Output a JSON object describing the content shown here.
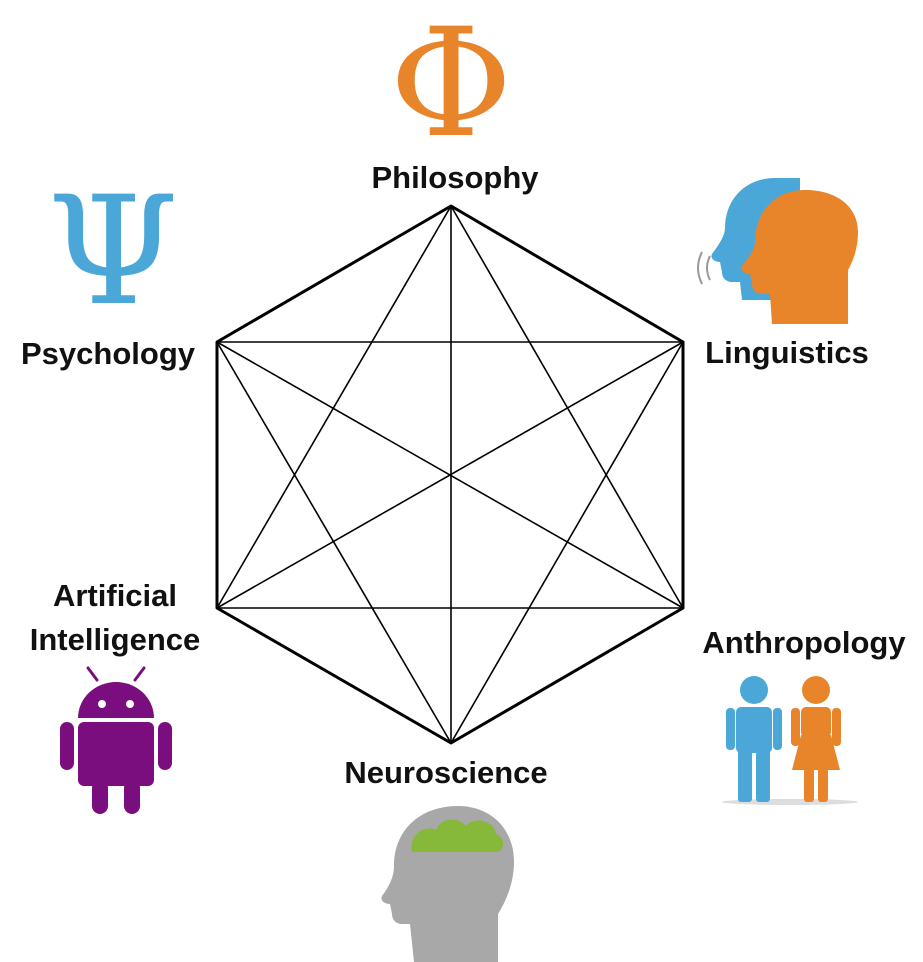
{
  "diagram": {
    "labels": {
      "philosophy": "Philosophy",
      "linguistics": "Linguistics",
      "anthropology": "Anthropology",
      "neuroscience": "Neuroscience",
      "ai_line1": "Artificial",
      "ai_line2": "Intelligence",
      "psychology": "Psychology"
    },
    "symbols": {
      "phi": "Φ",
      "psi": "Ψ"
    },
    "icons": {
      "philosophy": "phi-symbol-icon",
      "psychology": "psi-symbol-icon",
      "linguistics": "speaking-heads-icon",
      "anthropology": "man-woman-icon",
      "neuroscience": "head-brain-icon",
      "artificial_intelligence": "android-robot-icon"
    },
    "colors": {
      "orange": "#E8842A",
      "blue": "#4AA7D8",
      "purple": "#7A0E7E",
      "gray": "#A8A8A8",
      "green": "#86B93A",
      "line": "#000000"
    }
  }
}
